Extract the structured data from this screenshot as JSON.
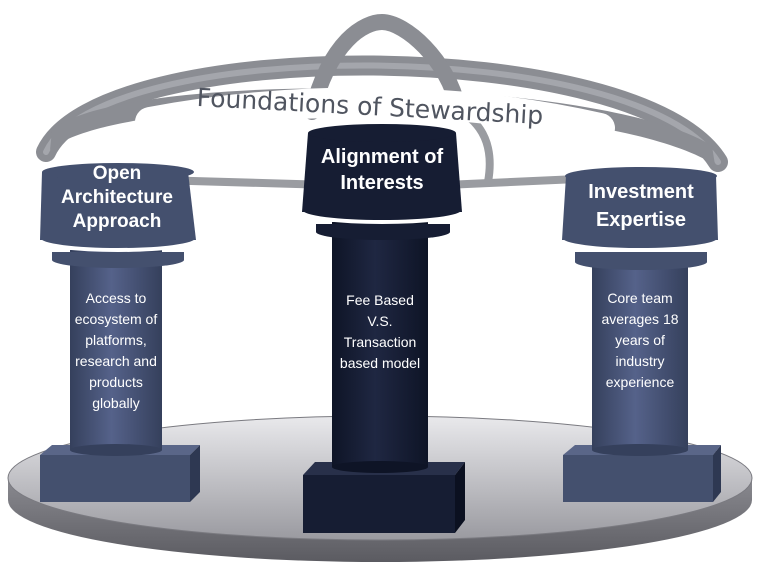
{
  "title": "Foundations of Stewardship",
  "pillars": [
    {
      "heading": "Open Architecture Approach",
      "body": "Access to ecosystem of platforms, research and products globally"
    },
    {
      "heading": "Alignment of Interests",
      "body": "Fee Based V.S. Transaction based model"
    },
    {
      "heading": "Investment Expertise",
      "body": "Core team averages 18 years of industry experience"
    }
  ],
  "colors": {
    "pillar_side": "#44506e",
    "pillar_center": "#161d33",
    "arch": "#8a8c93",
    "platform": "#b9b9bd"
  }
}
